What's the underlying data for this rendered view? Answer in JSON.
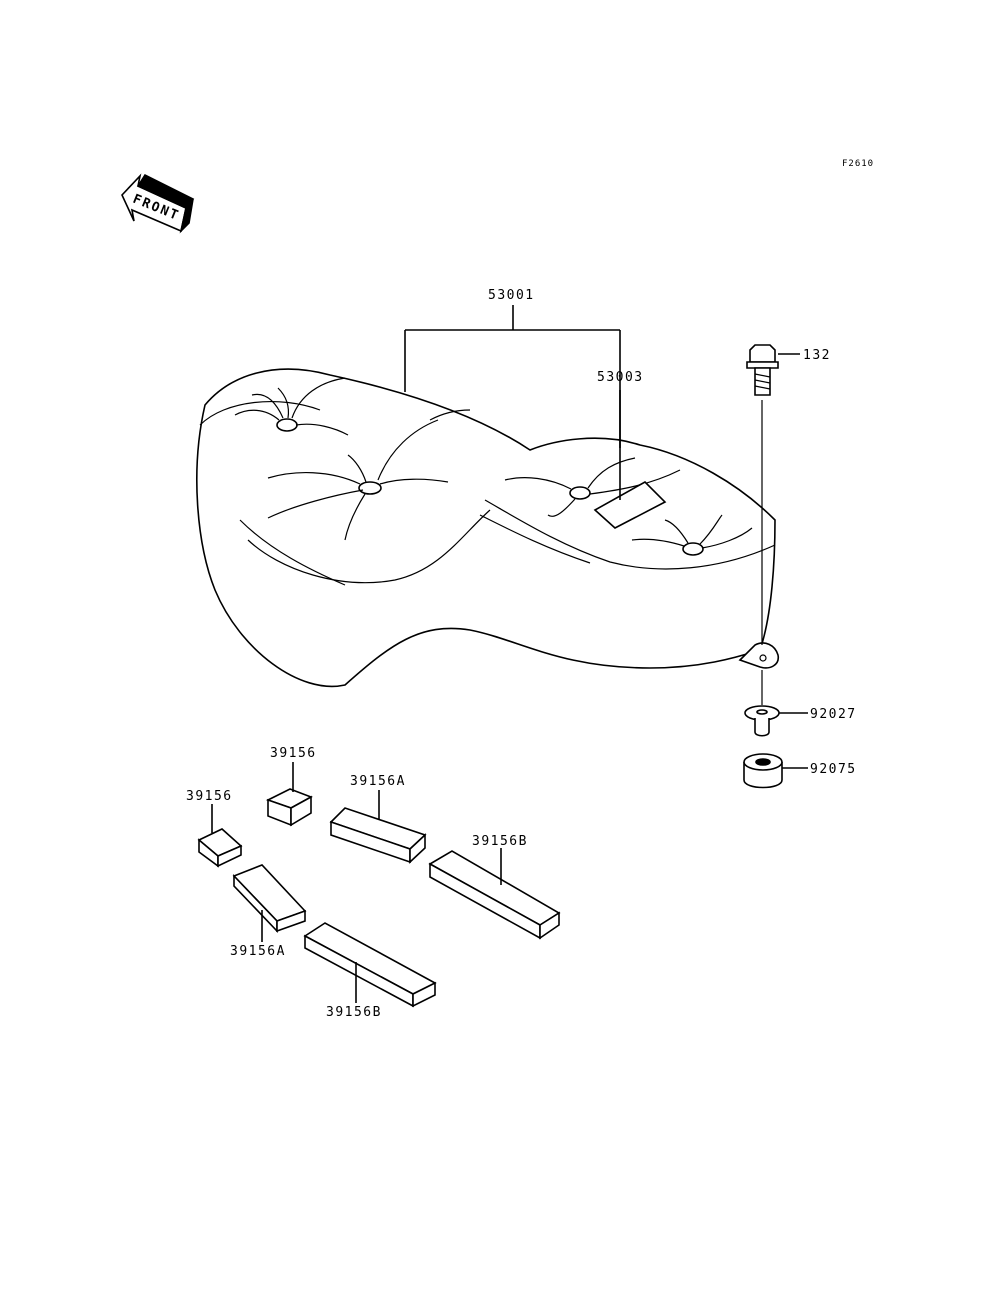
{
  "figure_code": "F2610",
  "front_label": "FRONT",
  "parts": {
    "seat_assy": "53001",
    "pad": "53003",
    "bolt": "132",
    "collar": "92027",
    "damper": "92075",
    "rubber_a": "39156",
    "rubber_b": "39156",
    "rubber_c_top": "39156A",
    "rubber_c_bottom": "39156A",
    "rubber_d_right": "39156B",
    "rubber_d_bottom": "39156B"
  },
  "colors": {
    "ink": "#000000",
    "paper": "#ffffff"
  }
}
